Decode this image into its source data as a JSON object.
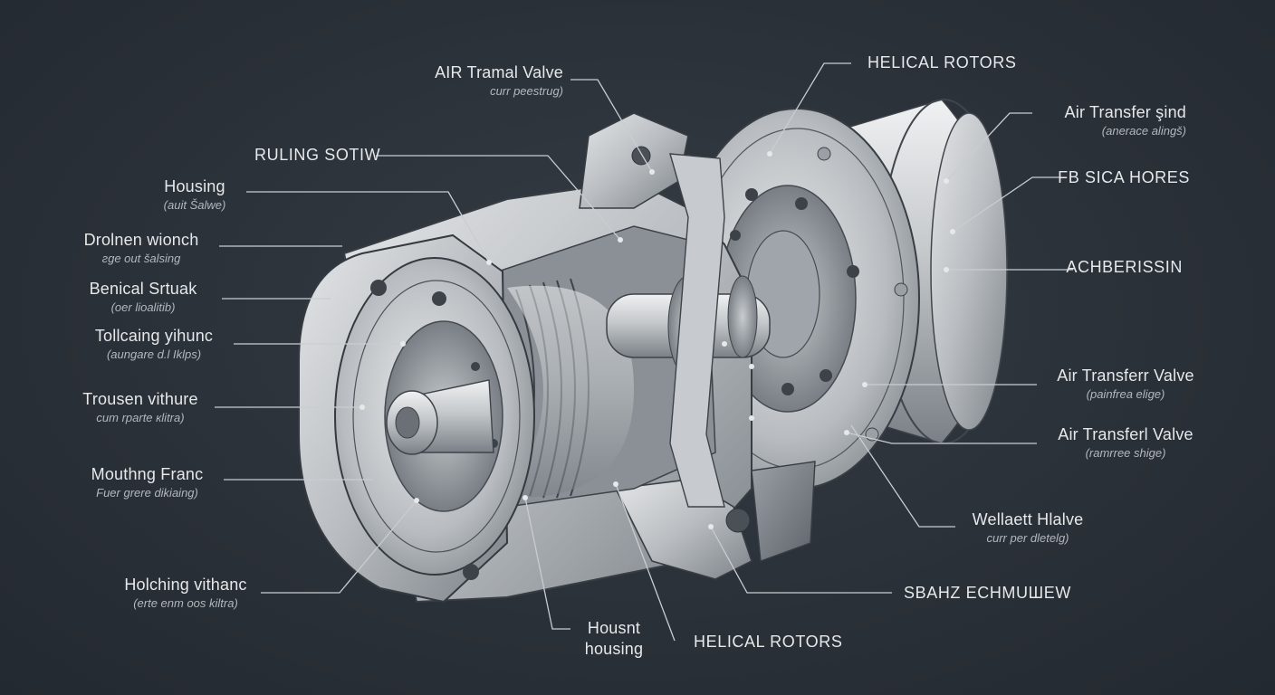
{
  "callouts": {
    "air_tramal_valve": {
      "title": "AIR Tramal Valve",
      "sub": "curr peеstrиg)"
    },
    "helical_rotors_top": {
      "title": "HELICAL ROTORS"
    },
    "air_transfer_sind": {
      "title": "Air Transfer şind",
      "sub": "(anerace alingš)"
    },
    "fb_sica_hores": {
      "title": "FB SICA HORES"
    },
    "achberissin": {
      "title": "ACHBERISSIN"
    },
    "ruling_sotiw": {
      "title": "RULING SOTIW"
    },
    "housing": {
      "title": "Housing",
      "sub": "(auit Šalwe)"
    },
    "drolnen_wionch": {
      "title": "Drolnen wionch",
      "sub": "гgе oиt šalsing"
    },
    "benical_srtuak": {
      "title": "Benical Srtuak",
      "sub": "(oer lioalitib)"
    },
    "tollcaing_vihunc": {
      "title": "Tollcaing yihunc",
      "sub": "(aungare d.l Iklps)"
    },
    "trousen_vithure": {
      "title": "Trousen vithure",
      "sub": "cum rparte кlitra)"
    },
    "mouthng_franc": {
      "title": "Mouthng Franc",
      "sub": "Fuer grere dikiaing)"
    },
    "holding_vithanc": {
      "title": "Holching vithanc",
      "sub": "(erte enm oos kiltra)"
    },
    "air_transferr_valve": {
      "title": "Air Transferr Valve",
      "sub": "(painfrea elige)"
    },
    "air_transferl_valve": {
      "title": "Air Transferl Valve",
      "sub": "(ramrree shige)"
    },
    "wellaett_hlalve": {
      "title": "Wellaett Hlalve",
      "sub": "curr per dletelg)"
    },
    "sbahz_echmuthew": {
      "title": "SBAHZ ECHMUШEW"
    },
    "housnt_housing": {
      "title": "Housnt",
      "sub": "housing"
    },
    "helical_rotors_bottom": {
      "title": "HELICAL ROTORS"
    }
  },
  "colors": {
    "background": "#2a3037",
    "leader_line": "#c9cdd1",
    "label_text": "#e6e8ea",
    "metal_light": "#d8dadc",
    "metal_dark": "#6f757b"
  }
}
